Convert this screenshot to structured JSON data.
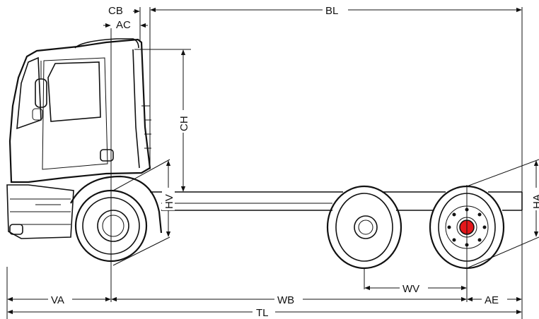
{
  "diagram": {
    "dimensions": {
      "cb": "CB",
      "ac": "AC",
      "bl": "BL",
      "ch": "CH",
      "hv": "HV",
      "ha": "HA",
      "va": "VA",
      "wb": "WB",
      "wv": "WV",
      "ae": "AE",
      "tl": "TL"
    },
    "colors": {
      "line": "#111111",
      "hub_highlight": "#e3171b"
    }
  }
}
